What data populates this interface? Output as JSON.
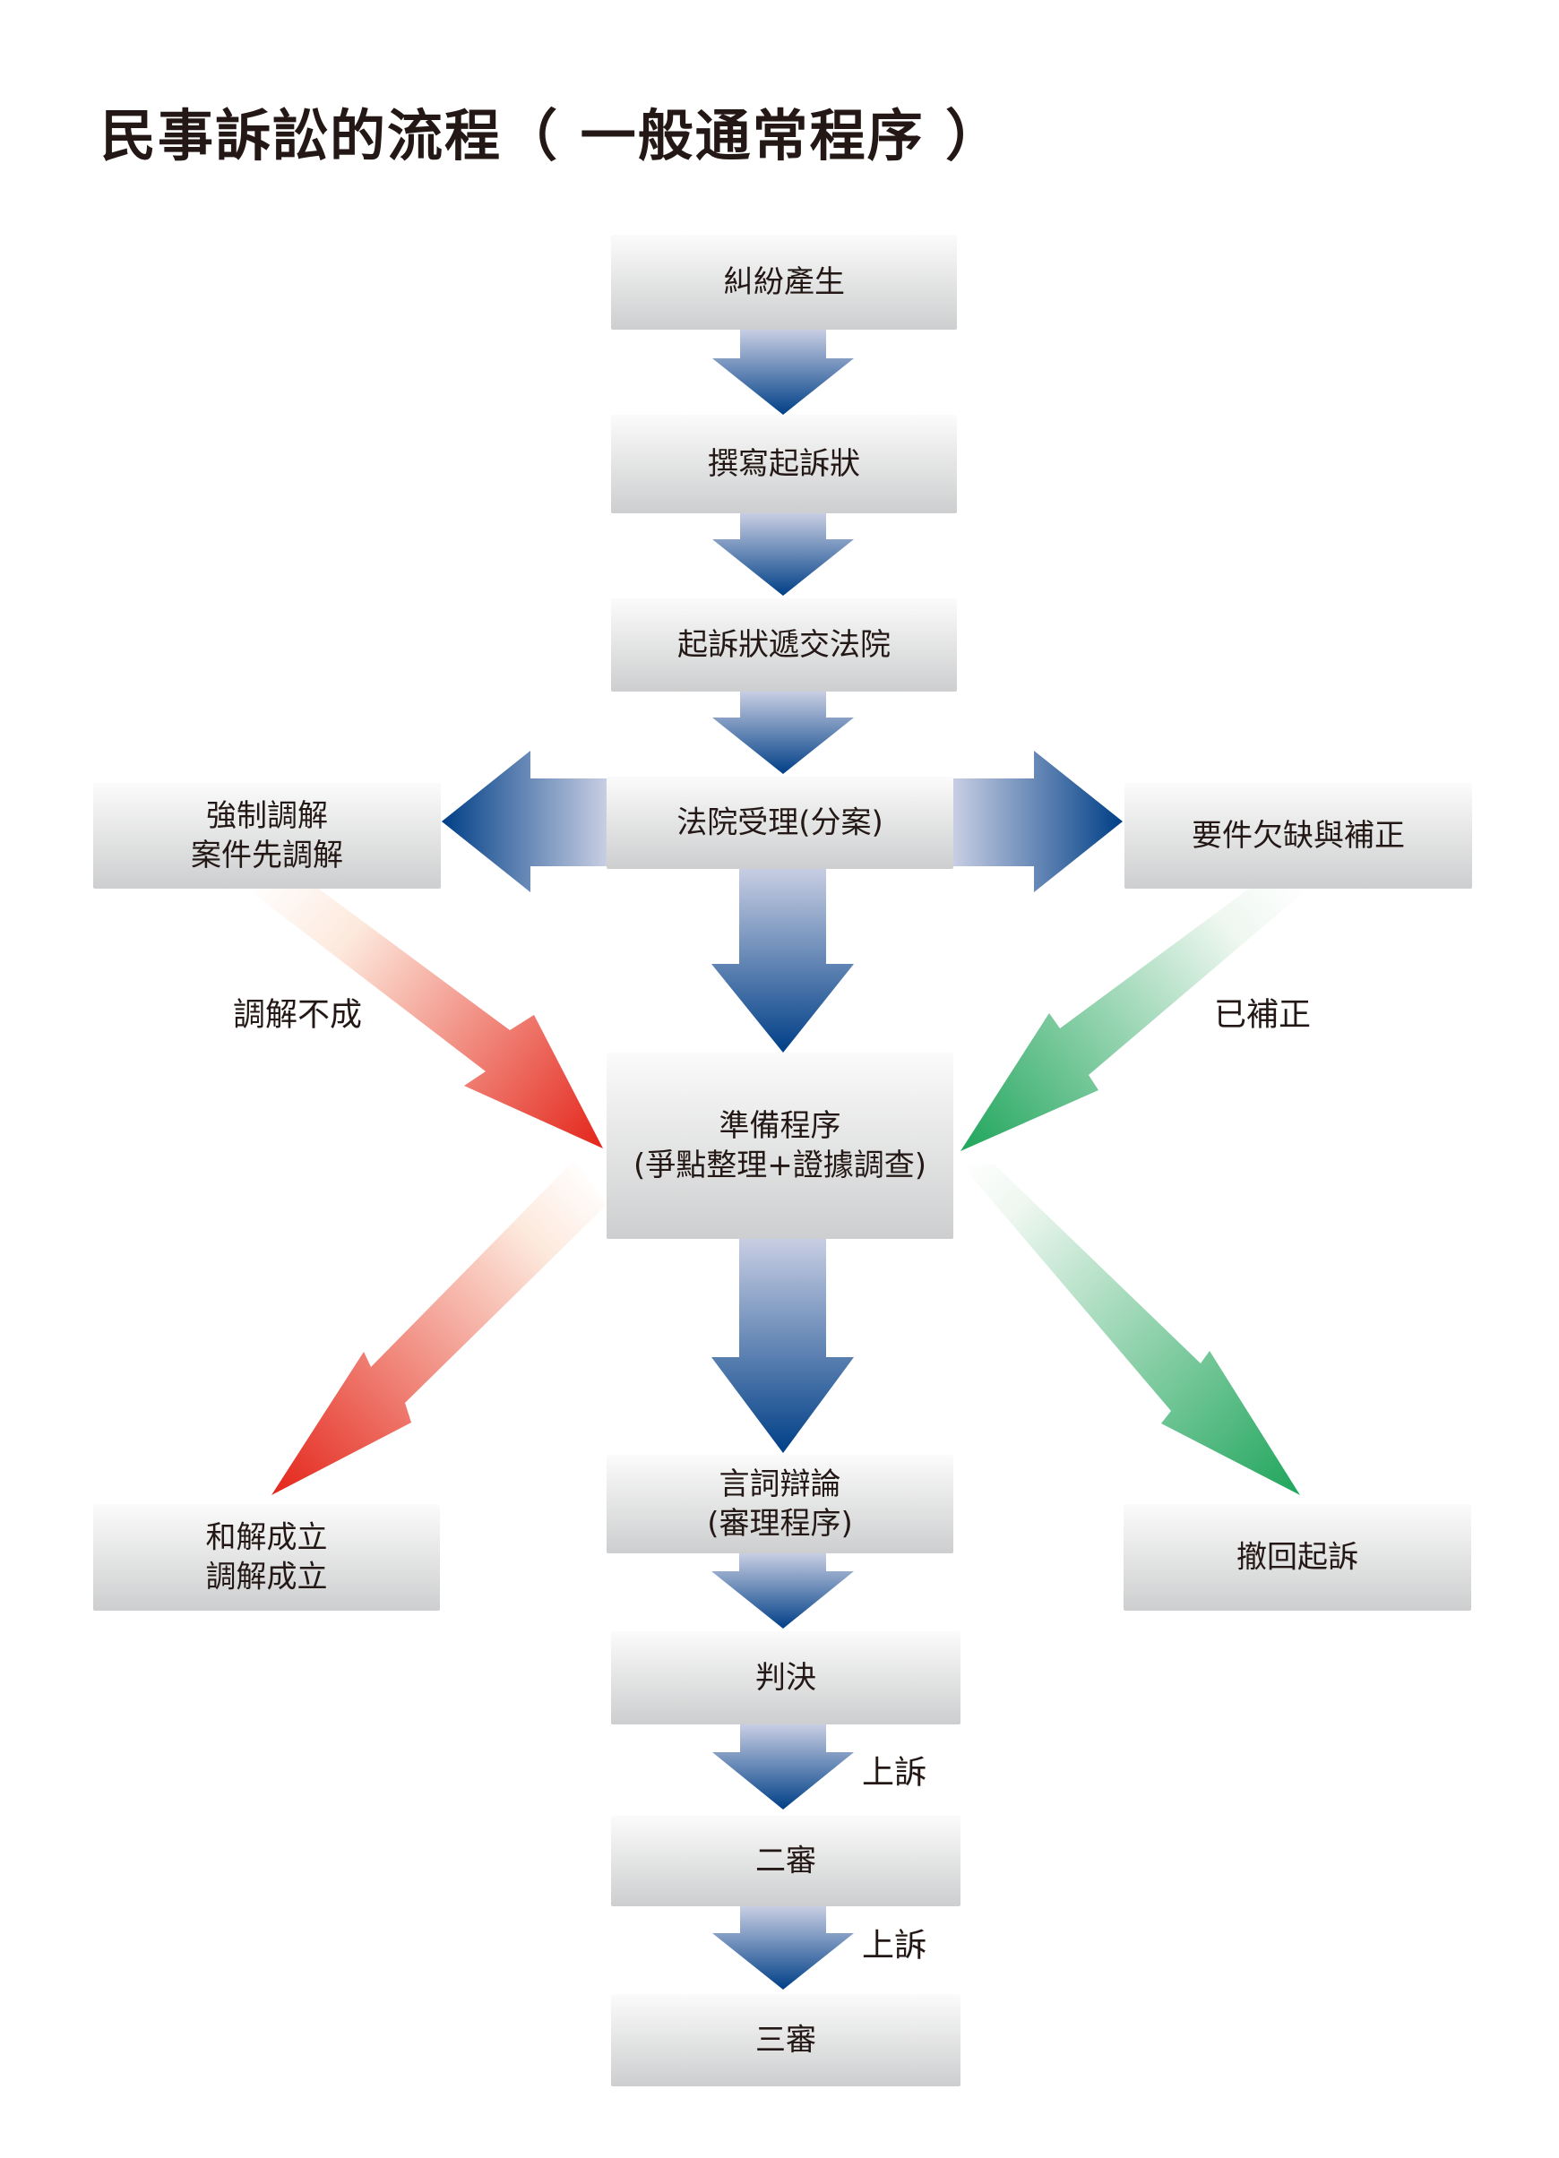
{
  "title": "民事訴訟的流程（ 一般通常程序 ）",
  "colors": {
    "text": "#231815",
    "box_top": "#fbfbfb",
    "box_bottom": "#cdcecf",
    "blue_dark": "#003f87",
    "blue_light": "#c8cee3",
    "red_dark": "#e4251a",
    "red_light": "#fde9dd",
    "green_dark": "#1fa55b",
    "green_light": "#eef7f0"
  },
  "nodes": {
    "dispute": {
      "lines": [
        "糾紛產生"
      ]
    },
    "draft_complaint": {
      "lines": [
        "撰寫起訴狀"
      ]
    },
    "file_complaint": {
      "lines": [
        "起訴狀遞交法院"
      ]
    },
    "court_accepts": {
      "lines": [
        "法院受理(分案)"
      ]
    },
    "mandatory_mediation": {
      "lines": [
        "強制調解",
        "案件先調解"
      ]
    },
    "missing_requirements": {
      "lines": [
        "要件欠缺與補正"
      ]
    },
    "preparatory": {
      "lines": [
        "準備程序",
        "(爭點整理+證據調查)"
      ]
    },
    "settlement": {
      "lines": [
        "和解成立",
        "調解成立"
      ]
    },
    "oral_argument": {
      "lines": [
        "言詞辯論",
        "(審理程序)"
      ]
    },
    "withdraw": {
      "lines": [
        "撤回起訴"
      ]
    },
    "judgment": {
      "lines": [
        "判決"
      ]
    },
    "second_instance": {
      "lines": [
        "二審"
      ]
    },
    "third_instance": {
      "lines": [
        "三審"
      ]
    }
  },
  "edge_labels": {
    "mediation_failed": "調解不成",
    "corrected": "已補正",
    "appeal_1": "上訴",
    "appeal_2": "上訴"
  },
  "edges": [
    {
      "from": "dispute",
      "to": "draft_complaint",
      "color": "blue"
    },
    {
      "from": "draft_complaint",
      "to": "file_complaint",
      "color": "blue"
    },
    {
      "from": "file_complaint",
      "to": "court_accepts",
      "color": "blue"
    },
    {
      "from": "court_accepts",
      "to": "mandatory_mediation",
      "color": "blue"
    },
    {
      "from": "court_accepts",
      "to": "missing_requirements",
      "color": "blue"
    },
    {
      "from": "court_accepts",
      "to": "preparatory",
      "color": "blue"
    },
    {
      "from": "mandatory_mediation",
      "to": "preparatory",
      "color": "red",
      "label": "調解不成"
    },
    {
      "from": "missing_requirements",
      "to": "preparatory",
      "color": "green",
      "label": "已補正"
    },
    {
      "from": "preparatory",
      "to": "settlement",
      "color": "red"
    },
    {
      "from": "preparatory",
      "to": "withdraw",
      "color": "green"
    },
    {
      "from": "preparatory",
      "to": "oral_argument",
      "color": "blue"
    },
    {
      "from": "oral_argument",
      "to": "judgment",
      "color": "blue"
    },
    {
      "from": "judgment",
      "to": "second_instance",
      "color": "blue",
      "label": "上訴"
    },
    {
      "from": "second_instance",
      "to": "third_instance",
      "color": "blue",
      "label": "上訴"
    }
  ]
}
